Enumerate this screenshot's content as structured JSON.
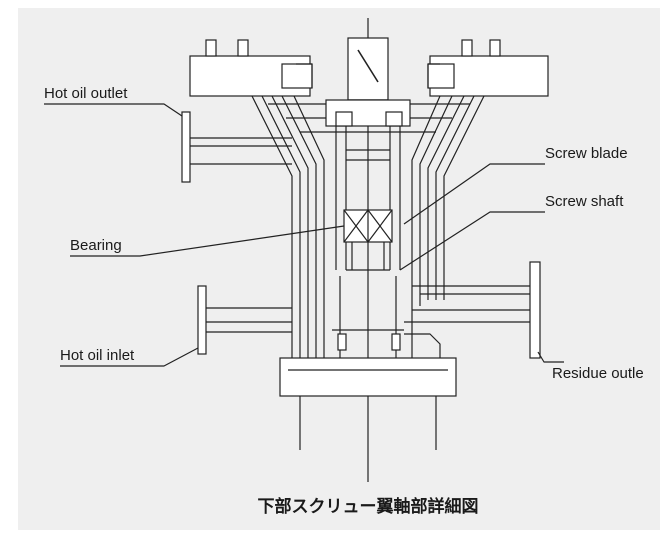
{
  "figure": {
    "labels": {
      "hot_oil_outlet": "Hot oil outlet",
      "screw_blade": "Screw blade",
      "screw_shaft": "Screw shaft",
      "bearing": "Bearing",
      "hot_oil_inlet": "Hot oil inlet",
      "residue_outlet": "Residue outle"
    },
    "caption": "下部スクリュー翼軸部詳細図"
  },
  "colors": {
    "panel": "#efefef",
    "ink": "#222222",
    "paper": "#ffffff"
  }
}
